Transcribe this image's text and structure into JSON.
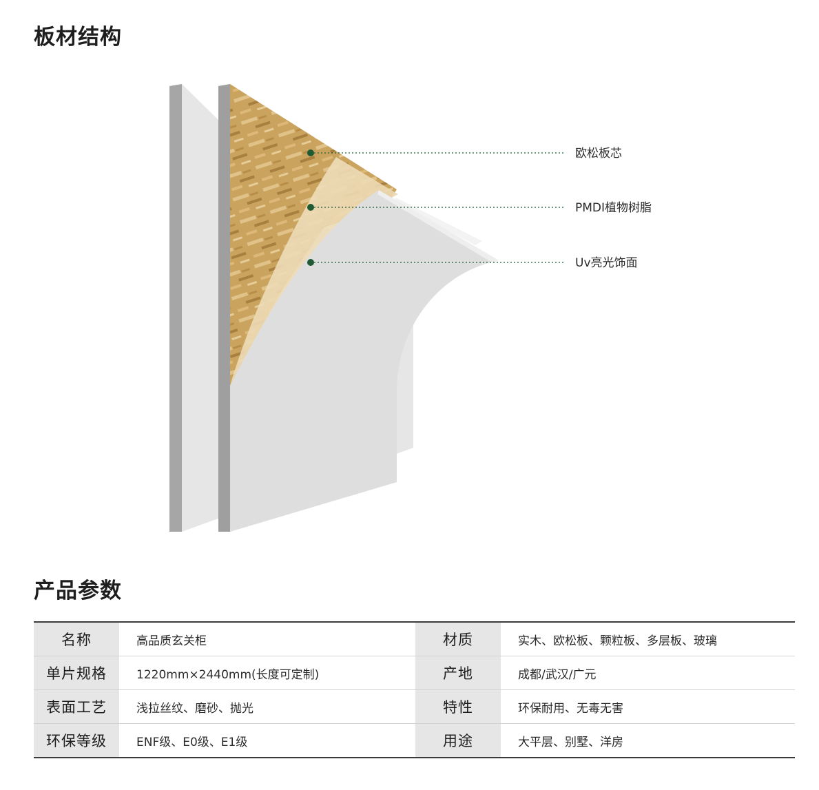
{
  "structure": {
    "title": "板材结构",
    "layers": [
      {
        "label": "欧松板芯"
      },
      {
        "label": "PMDI植物树脂"
      },
      {
        "label": "Uv亮光饰面"
      }
    ]
  },
  "params": {
    "title": "产品参数",
    "rows": [
      {
        "k1": "名称",
        "v1": "高品质玄关柜",
        "k2": "材质",
        "v2": "实木、欧松板、颗粒板、多层板、玻璃"
      },
      {
        "k1": "单片规格",
        "v1": "1220mm×2440mm(长度可定制)",
        "k2": "产地",
        "v2": "成都/武汉/广元"
      },
      {
        "k1": "表面工艺",
        "v1": "浅拉丝纹、磨砂、抛光",
        "k2": "特性",
        "v2": "环保耐用、无毒无害"
      },
      {
        "k1": "环保等级",
        "v1": "ENF级、E0级、E1级",
        "k2": "用途",
        "v2": "大平层、别墅、洋房"
      }
    ]
  },
  "colors": {
    "callout_dot": "#1f5a34",
    "panel_gray": "#d9d9d9",
    "panel_edge": "#a9a9a9",
    "osb_wood": "#c9a45e",
    "header_cell": "#e6e6e6"
  }
}
